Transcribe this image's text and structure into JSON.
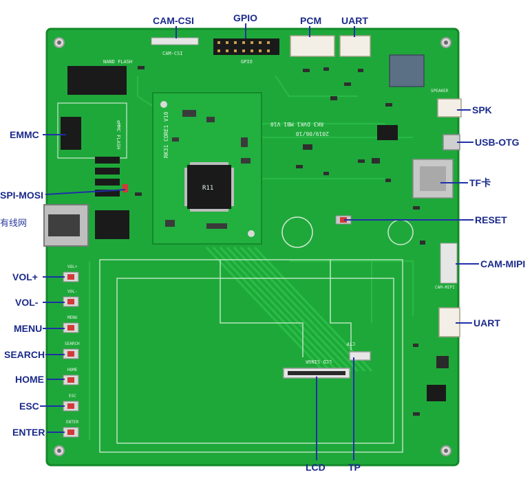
{
  "labels": {
    "cam_csi": "CAM-CSI",
    "gpio": "GPIO",
    "pcm": "PCM",
    "uart_top": "UART",
    "spk": "SPK",
    "usb_otg": "USB-OTG",
    "tf": "TF卡",
    "reset": "RESET",
    "cam_mipi": "CAM-MIPI",
    "uart_right": "UART",
    "emmc": "EMMC",
    "spi_mosi": "SPI-MOSI",
    "ethernet": "有线网",
    "vol_plus": "VOL+",
    "vol_minus": "VOL-",
    "menu": "MENU",
    "search": "SEARCH",
    "home": "HOME",
    "esc": "ESC",
    "enter": "ENTER",
    "lcd": "LCD",
    "tp": "TP"
  },
  "silkscreen": {
    "module_line1": "RK31 CORE1 V10",
    "module_chip": "R11",
    "board_line1": "RK3 DVK1 MB1 V10",
    "board_date": "2019/06/10",
    "nand": "NAND FLASH",
    "emmc_flash": "eMMC FLASH",
    "lcd_conn": "LCD SINGR",
    "ctp": "CTP",
    "cam_mipi": "CAM-MIPI",
    "speaker": "SPEAKER",
    "cam_csi": "CAM-CSI",
    "gpio": "GPIO",
    "vol_plus": "VOL+",
    "vol_minus": "VOL-",
    "menu": "MENU",
    "search": "SEARCH",
    "home": "HOME",
    "esc": "ESC",
    "enter": "ENTER"
  },
  "colors": {
    "board": "#1fa83a",
    "board_dark": "#17902f",
    "trace": "#2cc24a",
    "label": "#1b2a8a",
    "leader": "#1f2fa8"
  }
}
